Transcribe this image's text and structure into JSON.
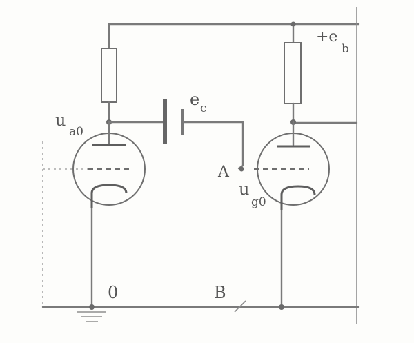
{
  "labels": {
    "plate_left": "u",
    "plate_left_sub": "a0",
    "capacitor": "e",
    "capacitor_sub": "c",
    "supply": "+e",
    "supply_sub": "b",
    "node_a": "A",
    "grid_right": "u",
    "grid_right_sub": "g0",
    "node_o": "0",
    "node_b": "B"
  },
  "colors": {
    "ink": "#6f6f6f",
    "paper": "#fdfdfb"
  }
}
